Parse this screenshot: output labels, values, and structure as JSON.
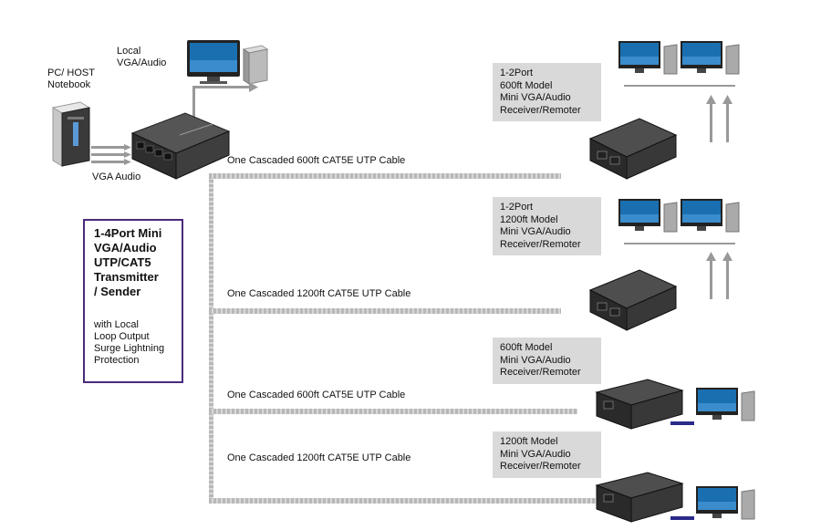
{
  "host": {
    "label_lines": [
      "PC/ HOST",
      "Notebook"
    ]
  },
  "local": {
    "label_lines": [
      "Local",
      "VGA/Audio"
    ]
  },
  "vga_audio_label": "VGA Audio",
  "sender": {
    "title_lines": [
      "1-4Port Mini",
      "VGA/Audio",
      "UTP/CAT5",
      "Transmitter",
      "/ Sender"
    ],
    "sub_lines": [
      "with Local",
      "Loop Output",
      "Surge Lightning",
      "Protection"
    ]
  },
  "cables": [
    "One Cascaded  600ft CAT5E UTP Cable",
    "One Cascaded  1200ft CAT5E UTP Cable",
    "One Cascaded  600ft CAT5E UTP Cable",
    "One Cascaded  1200ft CAT5E UTP Cable"
  ],
  "receivers": [
    {
      "lines": [
        "1-2Port",
        "600ft Model",
        "Mini VGA/Audio",
        "Receiver/Remoter"
      ]
    },
    {
      "lines": [
        "1-2Port",
        "1200ft Model",
        "Mini VGA/Audio",
        "Receiver/Remoter"
      ]
    },
    {
      "lines": [
        "600ft Model",
        "Mini VGA/Audio",
        "Receiver/Remoter"
      ]
    },
    {
      "lines": [
        "1200ft Model",
        "Mini VGA/Audio",
        "Receiver/Remoter"
      ]
    }
  ],
  "colors": {
    "sender_border": "#4a2a7a",
    "label_box": "#d9d9d9",
    "bus": "#c0c0c0",
    "screen": "#1a6fb0"
  }
}
